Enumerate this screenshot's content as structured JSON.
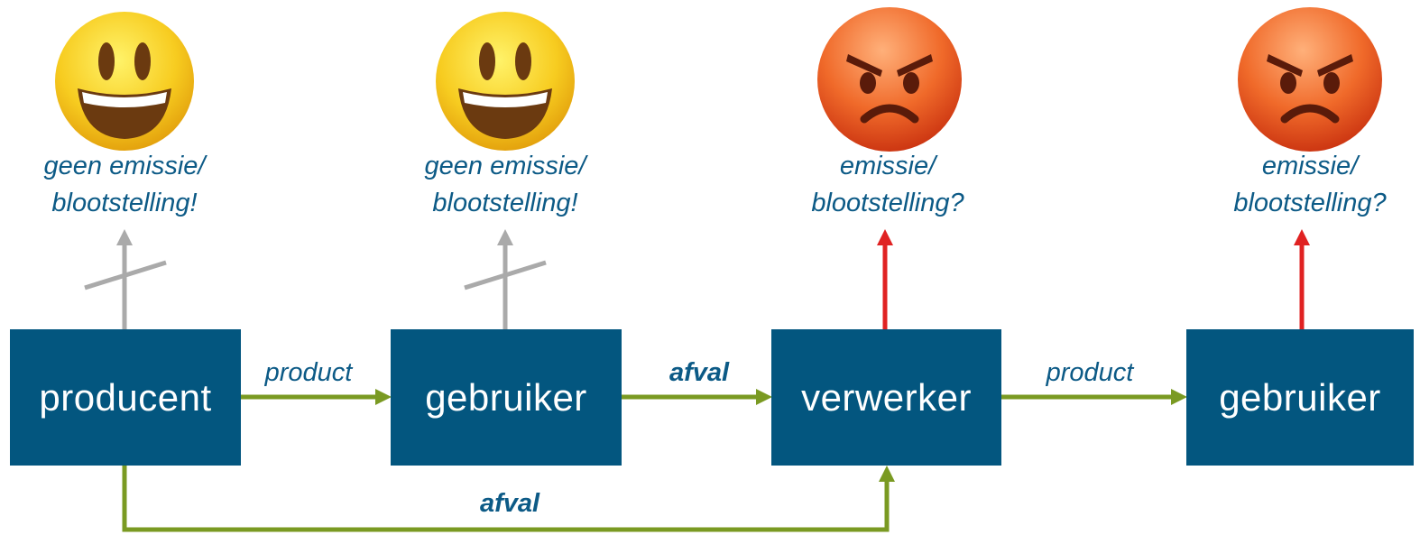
{
  "colors": {
    "box_fill": "#03567f",
    "label_text": "#0c5a86",
    "flow_arrow": "#7a9a22",
    "blocked_arrow": "#aaaaaa",
    "emission_arrow": "#e02222",
    "happy_face": "#f7cc20",
    "angry_face": "#e94e1b"
  },
  "nodes": [
    {
      "label": "producent",
      "face": "happy-smiley",
      "status_line1": "geen emissie/",
      "status_line2": "blootstelling!",
      "emission": "blocked"
    },
    {
      "label": "gebruiker",
      "face": "happy-smiley",
      "status_line1": "geen emissie/",
      "status_line2": "blootstelling!",
      "emission": "blocked"
    },
    {
      "label": "verwerker",
      "face": "angry-face",
      "status_line1": "emissie/",
      "status_line2": "blootstelling?",
      "emission": "possible"
    },
    {
      "label": "gebruiker",
      "face": "angry-face",
      "status_line1": "emissie/",
      "status_line2": "blootstelling?",
      "emission": "possible"
    }
  ],
  "flows": [
    {
      "from": "producent",
      "to": "gebruiker",
      "label": "product",
      "bold": false
    },
    {
      "from": "gebruiker",
      "to": "verwerker",
      "label": "afval",
      "bold": true
    },
    {
      "from": "verwerker",
      "to": "gebruiker",
      "label": "product",
      "bold": false
    },
    {
      "from": "producent",
      "to": "verwerker",
      "label": "afval",
      "bold": true
    }
  ]
}
